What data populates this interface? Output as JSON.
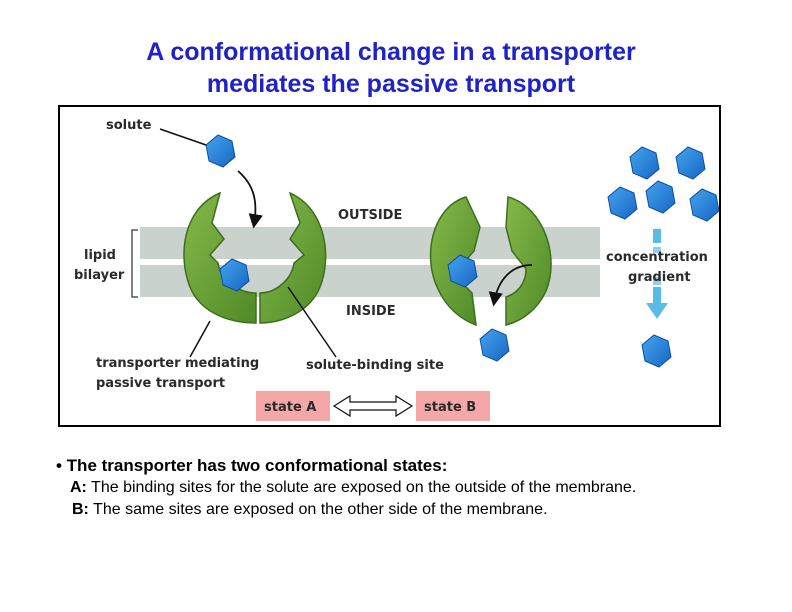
{
  "title": {
    "line1": "A conformational change in a transporter",
    "line2": "mediates the passive transport"
  },
  "figure": {
    "labels": {
      "solute": "solute",
      "outside": "OUTSIDE",
      "inside": "INSIDE",
      "lipid": "lipid",
      "bilayer": "bilayer",
      "concentration": "concentration",
      "gradient": "gradient",
      "transporter_line1": "transporter mediating",
      "transporter_line2": "passive transport",
      "solute_binding_site": "solute-binding site",
      "state_a": "state A",
      "state_b": "state B"
    },
    "colors": {
      "solute": "#1e7fd6",
      "transporter": "#6aa136",
      "bilayer": "#c9d2cd",
      "state_box": "#f4a7a7",
      "gradient_arrow": "#5bbbe8"
    }
  },
  "bullets": {
    "head": "• The transporter has two conformational states:",
    "a_key": "A:",
    "a_text": " The binding sites for the solute are exposed on the outside of the membrane.",
    "b_key": "B:",
    "b_text": " The same sites are exposed on the other side of the membrane."
  }
}
